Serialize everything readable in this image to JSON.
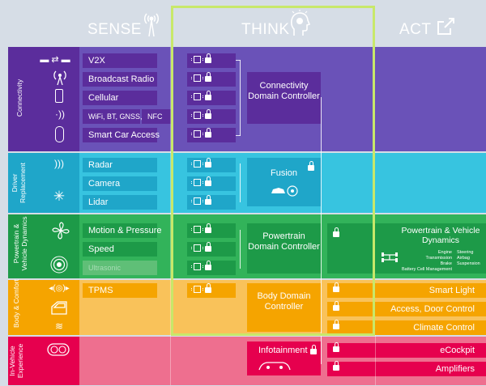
{
  "headers": {
    "sense": "SENSE",
    "think": "THINK",
    "act": "ACT"
  },
  "colors": {
    "connectivity": "#5b2d9c",
    "connectivity_bg": "#6a52b8",
    "driver": "#1fa6c9",
    "driver_bg": "#37c4e0",
    "powertrain": "#1d9a48",
    "powertrain_bg": "#32b35a",
    "body": "#f5a400",
    "body_bg": "#f9c25a",
    "infotainment": "#e6004e",
    "infotainment_bg": "#ee6f8f",
    "highlight": "#c8e86a"
  },
  "categories": [
    {
      "label": "Connectivity",
      "icons": [
        "car-to-car-icon",
        "broadcast-tower-icon",
        "phone-icon",
        "wireless-icon",
        "key-fob-icon"
      ]
    },
    {
      "label": "Driver Replacement",
      "icons": [
        "radar-icon",
        "lidar-icon"
      ]
    },
    {
      "label": "Powertrain & Vehicle Dynamics",
      "icons": [
        "fan-icon",
        "sensor-icon"
      ]
    },
    {
      "label": "Body & Comfort",
      "icons": [
        "tire-pressure-icon",
        "door-icon",
        "heater-icon"
      ]
    },
    {
      "label": "In-Vehicle Experience",
      "icons": [
        "gauge-icon"
      ]
    }
  ],
  "sense": {
    "v2x": "V2X",
    "broadcast_radio": "Broadcast Radio",
    "cellular": "Cellular",
    "wifi": "WiFi, BT, GNSS,",
    "nfc": "NFC",
    "smart_car_access": "Smart Car Access",
    "radar": "Radar",
    "camera": "Camera",
    "lidar": "Lidar",
    "motion_pressure": "Motion & Pressure",
    "speed": "Speed",
    "ultrasonic": "Ultrasonic",
    "tpms": "TPMS"
  },
  "think": {
    "connectivity_controller": "Connectivity Domain Controller",
    "fusion": "Fusion",
    "powertrain_controller": "Powertrain Domain Controller",
    "body_controller": "Body Domain Controller",
    "infotainment": "Infotainment"
  },
  "act": {
    "powertrain_title": "Powertrain & Vehicle Dynamics",
    "engine": "Engine",
    "transmission": "Transmission",
    "battery": "Battery Cell Management",
    "brake": "Brake",
    "steering": "Steering",
    "airbag": "Airbag",
    "suspension": "Suspension",
    "smart_light": "Smart Light",
    "access_door": "Access, Door Control",
    "climate": "Climate Control",
    "ecockpit": "eCockpit",
    "amplifiers": "Amplifiers"
  }
}
